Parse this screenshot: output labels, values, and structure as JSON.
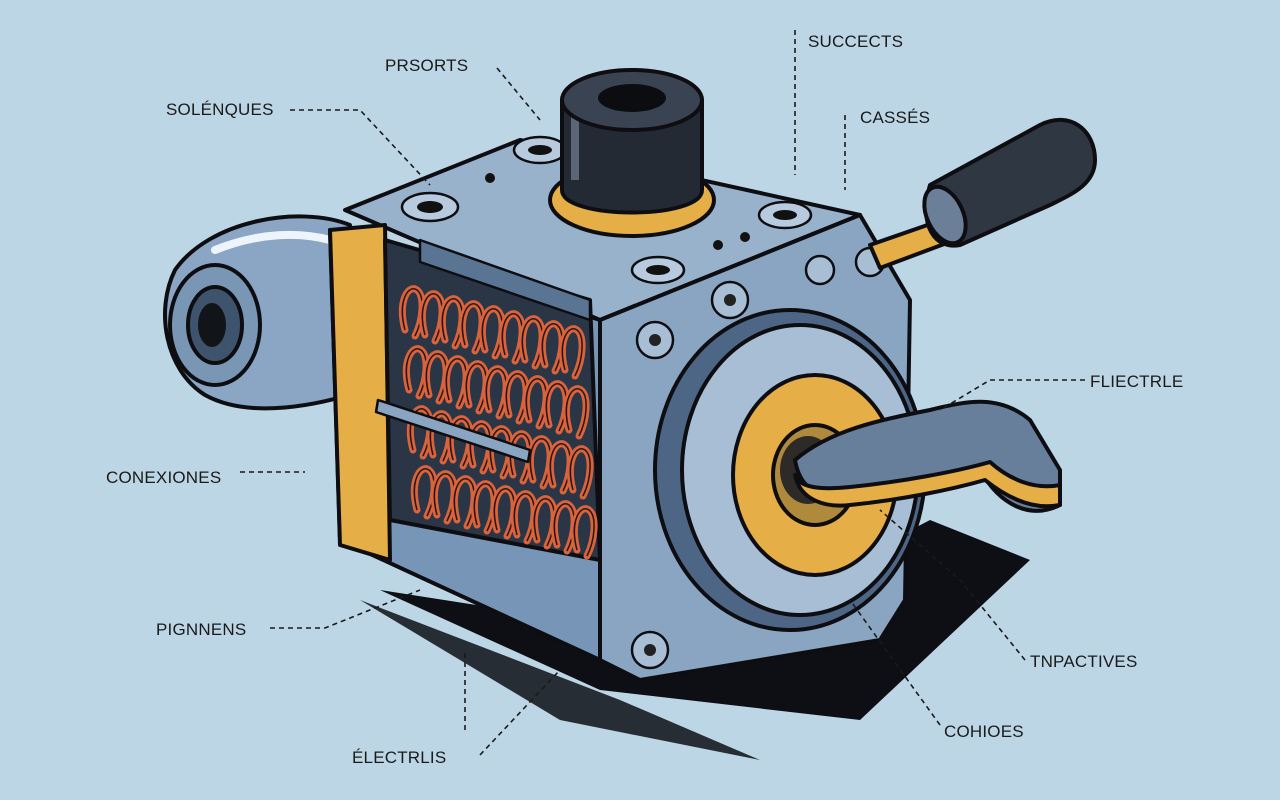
{
  "diagram": {
    "labels": {
      "prsorts": "PRSORTS",
      "succects": "SUCCECTS",
      "solenques": "SOLÉNQUES",
      "casses": "CASSÉS",
      "fliectrle": "FLIECTRLE",
      "conexiones": "CONEXIONES",
      "pignnens": "PIGNNENS",
      "tnpactives": "TNPACTIVES",
      "colhoes": "COHIOES",
      "electrlis": "ÉLECTRLIS"
    },
    "colors": {
      "background": "#bdd6e6",
      "body_blue": "#7f9dbd",
      "body_dark": "#4f6886",
      "coil_orange": "#d8643e",
      "ring_yellow": "#e7b24a",
      "outline": "#0e0e12"
    }
  }
}
